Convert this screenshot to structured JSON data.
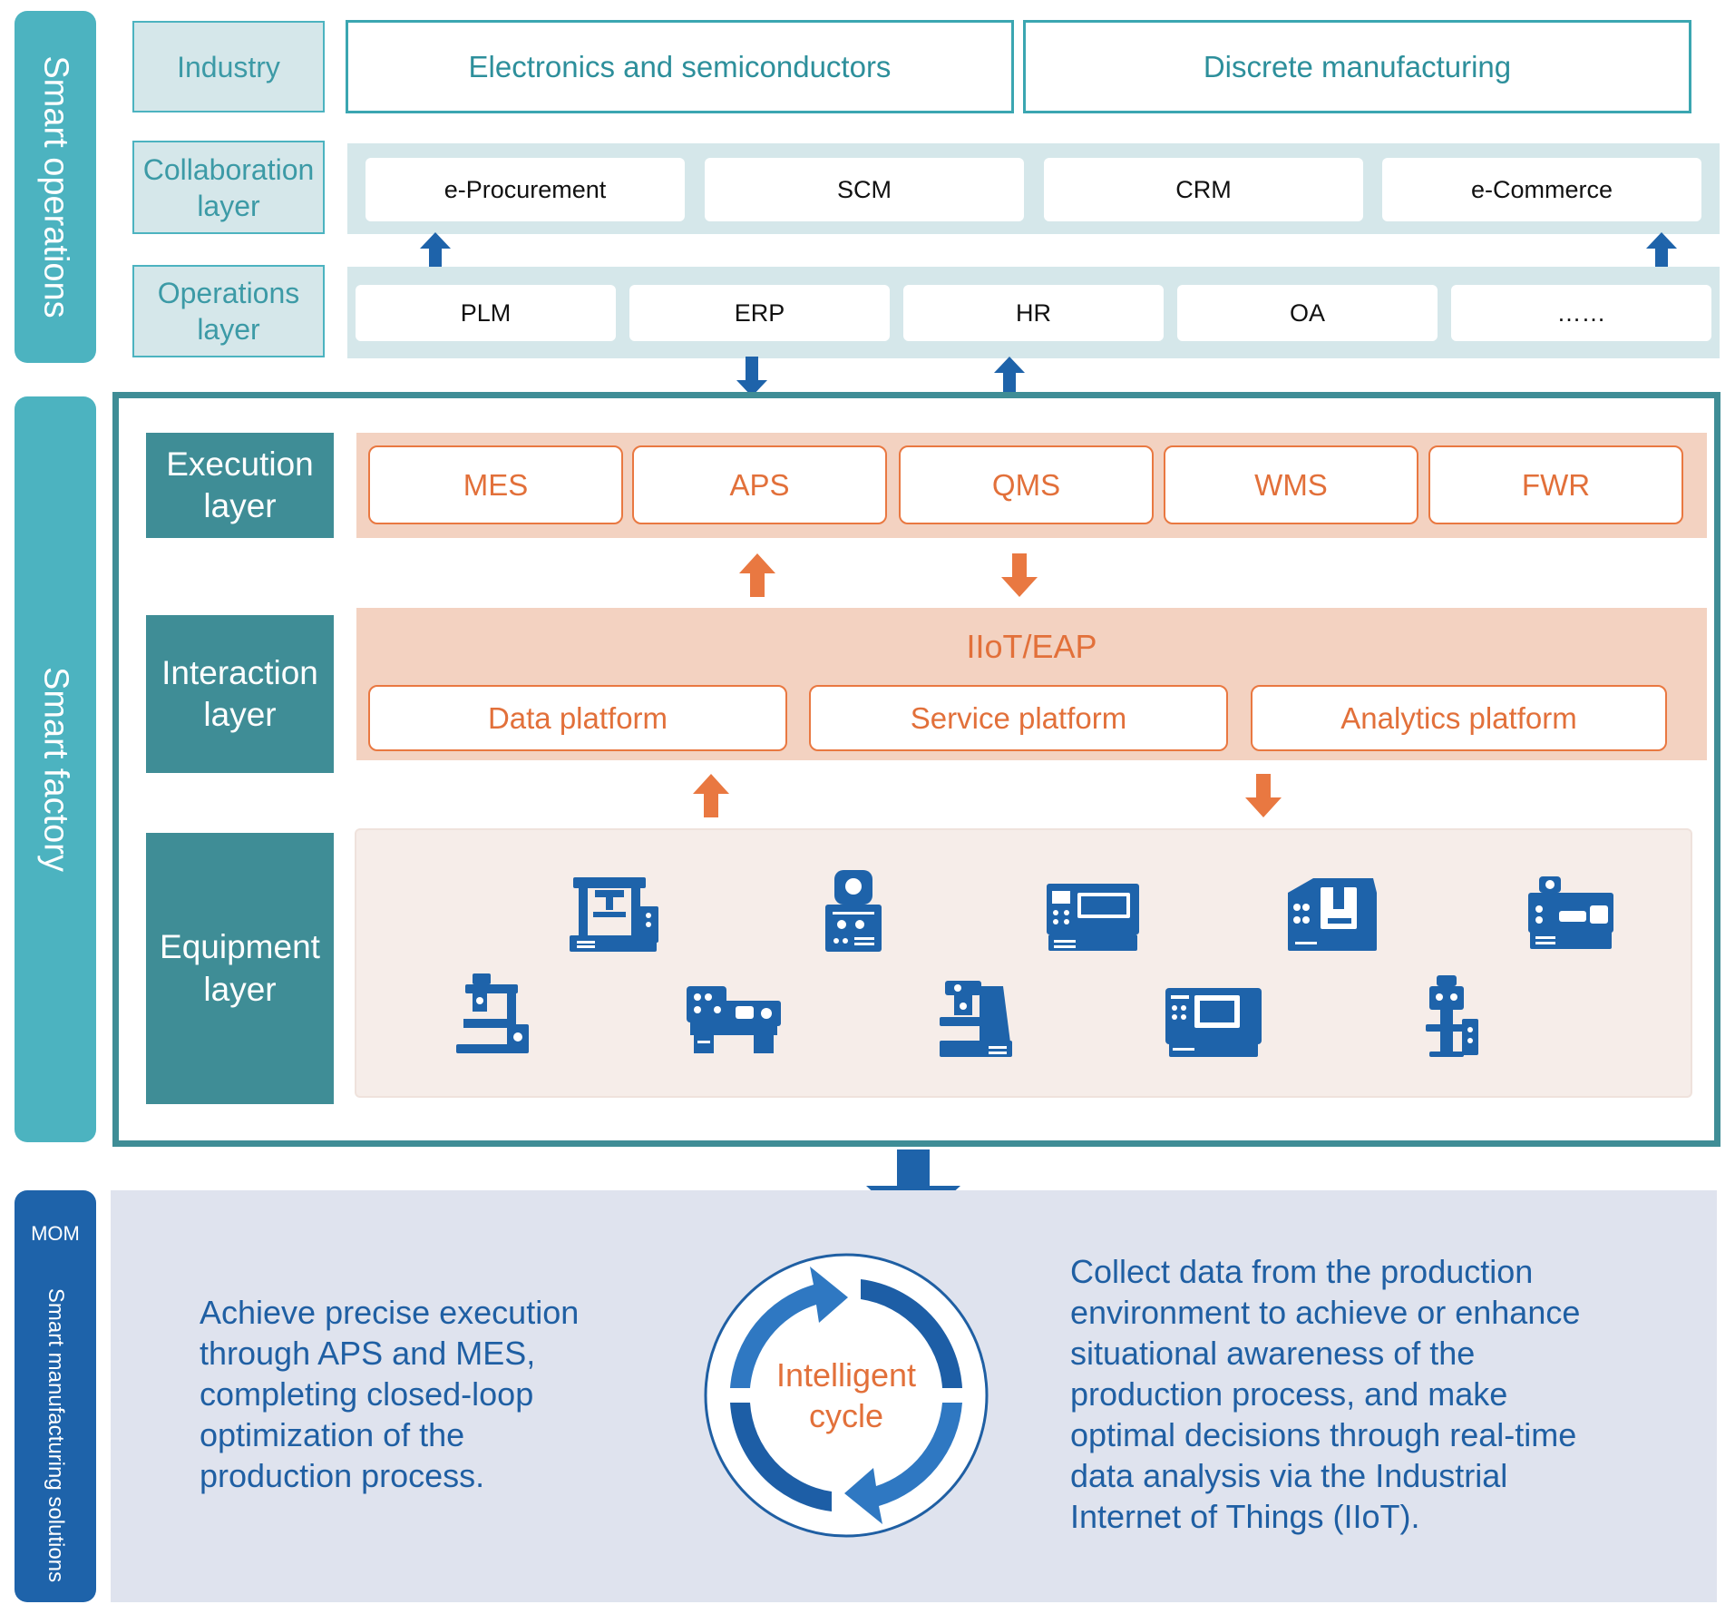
{
  "side_labels": {
    "smart_operations": "Smart operations",
    "smart_factory": "Smart factory",
    "mom": "MOM",
    "smart_manufacturing": "Smart manufacturing solutions"
  },
  "industry": {
    "label": "Industry",
    "items": [
      "Electronics and semiconductors",
      "Discrete manufacturing"
    ]
  },
  "collaboration": {
    "label_line1": "Collaboration",
    "label_line2": "layer",
    "items": [
      "e-Procurement",
      "SCM",
      "CRM",
      "e-Commerce"
    ]
  },
  "operations": {
    "label_line1": "Operations",
    "label_line2": "layer",
    "items": [
      "PLM",
      "ERP",
      "HR",
      "OA",
      "……"
    ]
  },
  "execution": {
    "label_line1": "Execution",
    "label_line2": "layer",
    "items": [
      "MES",
      "APS",
      "QMS",
      "WMS",
      "FWR"
    ]
  },
  "interaction": {
    "label_line1": "Interaction",
    "label_line2": "layer",
    "title": "IIoT/EAP",
    "items": [
      "Data platform",
      "Service platform",
      "Analytics platform"
    ]
  },
  "equipment": {
    "label_line1": "Equipment",
    "label_line2": "layer",
    "machines": [
      "press-machine-icon",
      "inspection-machine-icon",
      "cnc-lathe-icon",
      "machining-center-icon",
      "lathe-icon",
      "drilling-machine-icon",
      "engine-lathe-icon",
      "milling-machine-icon",
      "cnc-center-icon",
      "vertical-drill-icon"
    ]
  },
  "mom": {
    "left_text": [
      "Achieve precise execution",
      "through APS and MES,",
      "completing closed-loop",
      "optimization of the",
      "production process."
    ],
    "cycle_line1": "Intelligent",
    "cycle_line2": "cycle",
    "right_text": [
      "Collect data from the production",
      "environment to achieve or enhance",
      "situational awareness of the",
      "production process, and make",
      "optimal decisions through real-time",
      "data analysis via the Industrial",
      "Internet of Things (IIoT)."
    ]
  },
  "colors": {
    "teal": "#4cb3c0",
    "dark_teal": "#3f8d96",
    "orange": "#e97841",
    "salmon": "#f3d2c1",
    "blue": "#1e63aa",
    "light_blue_bg": "#dfe3ee"
  }
}
